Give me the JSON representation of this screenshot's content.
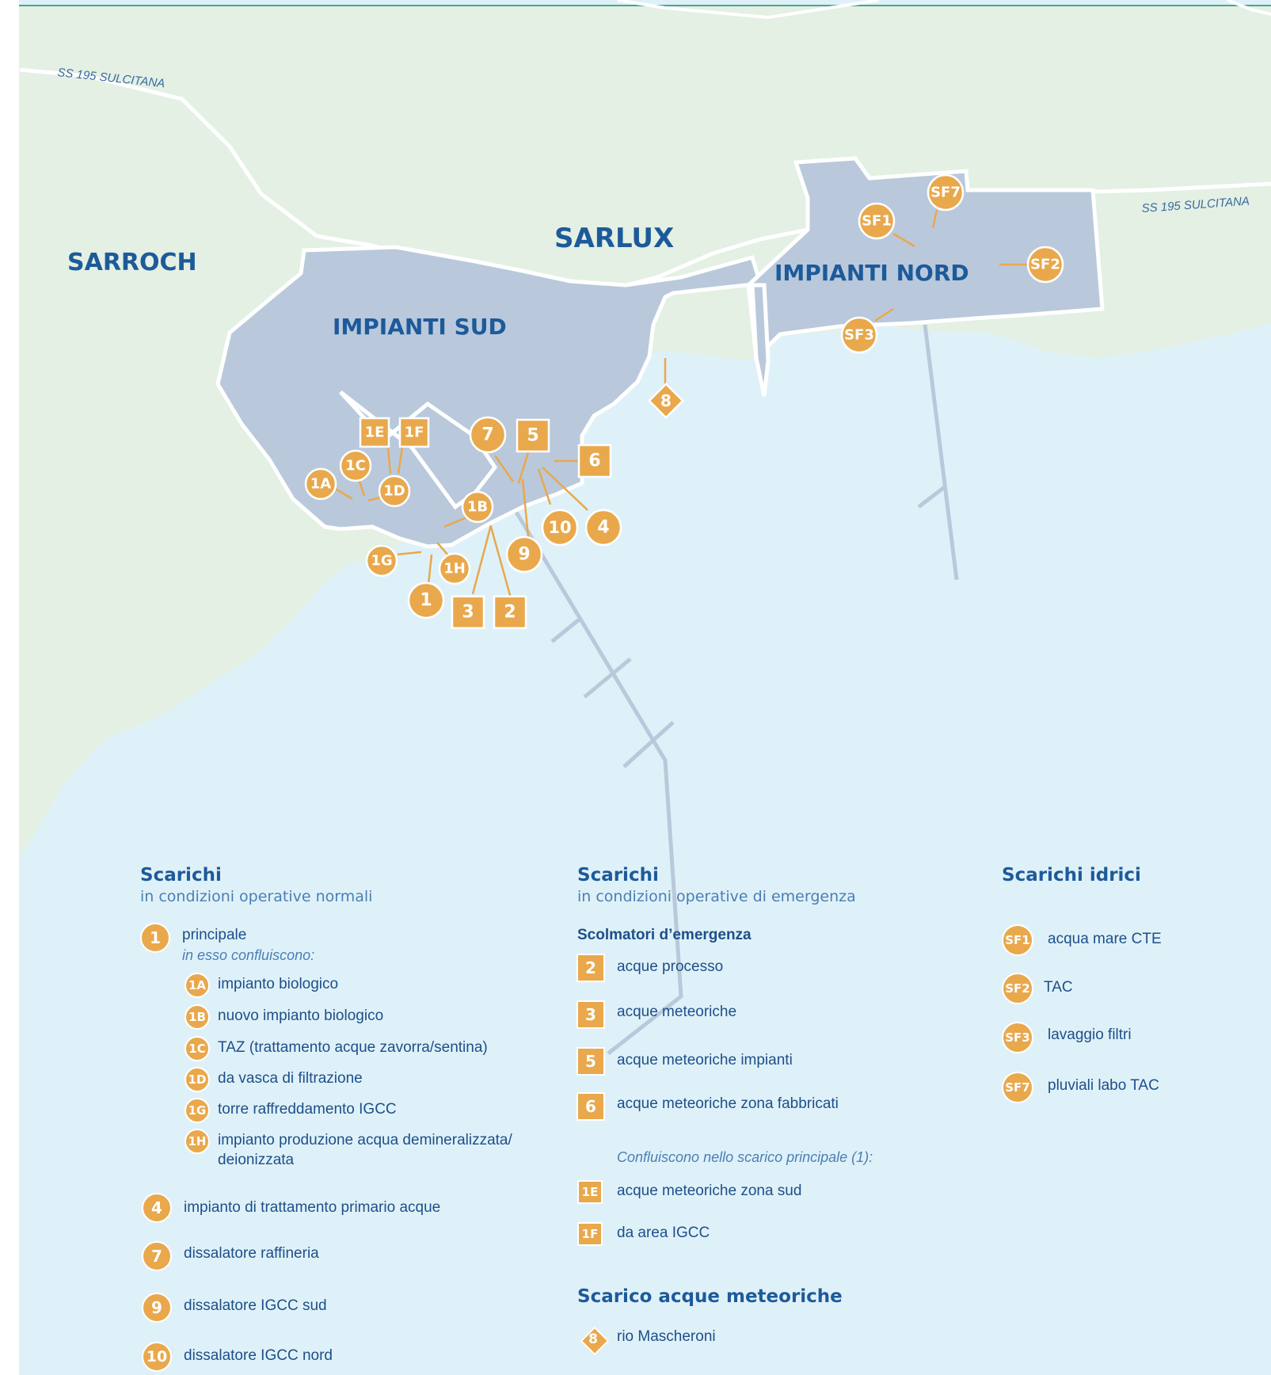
{
  "map": {
    "labels": {
      "sarroch": "SARROCH",
      "sarlux": "SARLUX",
      "impianti_sud": "IMPIANTI SUD",
      "impianti_nord": "IMPIANTI NORD",
      "road_west": "SS 195 SULCITANA",
      "road_east": "SS 195 SULCITANA"
    },
    "markers": {
      "m1": "1",
      "m1a": "1A",
      "m1b": "1B",
      "m1c": "1C",
      "m1d": "1D",
      "m1e": "1E",
      "m1f": "1F",
      "m1g": "1G",
      "m1h": "1H",
      "m2": "2",
      "m3": "3",
      "m4": "4",
      "m5": "5",
      "m6": "6",
      "m7": "7",
      "m8": "8",
      "m9": "9",
      "m10": "10",
      "sf1": "SF1",
      "sf2": "SF2",
      "sf3": "SF3",
      "sf7": "SF7"
    },
    "colors": {
      "land": "#e3f0e3",
      "sea": "#dff1f8",
      "plant": "#b9c9db",
      "marker": "#e9a84c",
      "heading": "#1d5a9a",
      "text": "#1d4f8a"
    }
  },
  "legend": {
    "normal": {
      "title": "Scarichi",
      "subtitle": "in condizioni operative normali",
      "main": {
        "badge": "1",
        "label": "principale",
        "note": "in esso confluiscono:"
      },
      "sub_items": [
        {
          "badge": "1A",
          "label": "impianto biologico"
        },
        {
          "badge": "1B",
          "label": "nuovo impianto biologico"
        },
        {
          "badge": "1C",
          "label": "TAZ (trattamento acque zavorra/sentina)"
        },
        {
          "badge": "1D",
          "label": "da vasca di filtrazione"
        },
        {
          "badge": "1G",
          "label": "torre raffreddamento IGCC"
        },
        {
          "badge": "1H",
          "label": "impianto produzione acqua demineralizzata/",
          "label2": "deionizzata"
        }
      ],
      "items": [
        {
          "badge": "4",
          "label": "impianto di trattamento primario acque"
        },
        {
          "badge": "7",
          "label": "dissalatore raffineria"
        },
        {
          "badge": "9",
          "label": "dissalatore IGCC sud"
        },
        {
          "badge": "10",
          "label": "dissalatore IGCC nord"
        }
      ]
    },
    "emergency": {
      "title": "Scarichi",
      "subtitle": "in condizioni operative di emergenza",
      "group": "Scolmatori d’emergenza",
      "items": [
        {
          "badge": "2",
          "label": "acque processo"
        },
        {
          "badge": "3",
          "label": "acque meteoriche"
        },
        {
          "badge": "5",
          "label": "acque meteoriche impianti"
        },
        {
          "badge": "6",
          "label": "acque meteoriche zona fabbricati"
        }
      ],
      "note": "Confluiscono nello scarico principale (1):",
      "sub_items": [
        {
          "badge": "1E",
          "label": "acque meteoriche zona sud"
        },
        {
          "badge": "1F",
          "label": "da area IGCC"
        }
      ]
    },
    "rain": {
      "title": "Scarico acque meteoriche",
      "item": {
        "badge": "8",
        "label": "rio Mascheroni"
      }
    },
    "water": {
      "title": "Scarichi idrici",
      "items": [
        {
          "badge": "SF1",
          "label": "acqua mare CTE"
        },
        {
          "badge": "SF2",
          "label": "TAC"
        },
        {
          "badge": "SF3",
          "label": "lavaggio filtri"
        },
        {
          "badge": "SF7",
          "label": "pluviali labo TAC"
        }
      ]
    }
  }
}
